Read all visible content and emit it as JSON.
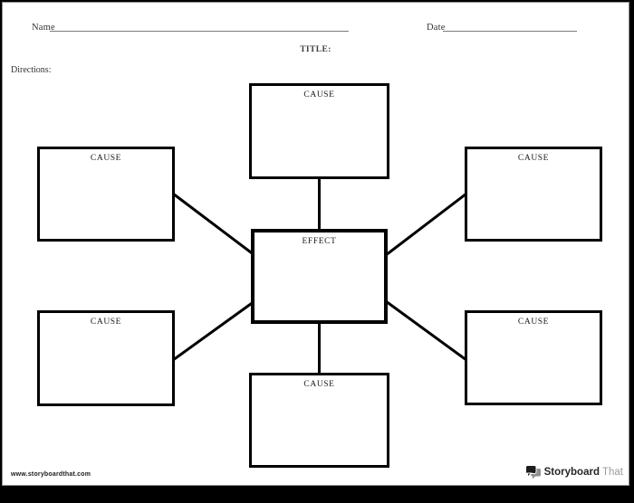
{
  "header": {
    "name_label": "Name",
    "date_label": "Date",
    "title_label": "TITLE:",
    "directions_label": "Directions:"
  },
  "diagram": {
    "type": "cause-and-effect-graphic-organizer",
    "effect": {
      "label": "EFFECT"
    },
    "causes": [
      {
        "id": "cause-top-center",
        "label": "CAUSE"
      },
      {
        "id": "cause-top-left",
        "label": "CAUSE"
      },
      {
        "id": "cause-top-right",
        "label": "CAUSE"
      },
      {
        "id": "cause-bottom-left",
        "label": "CAUSE"
      },
      {
        "id": "cause-bottom-right",
        "label": "CAUSE"
      },
      {
        "id": "cause-bottom-center",
        "label": "CAUSE"
      }
    ]
  },
  "footer": {
    "website_url": "www.storyboardthat.com",
    "logo": {
      "primary": "Storyboard",
      "secondary": "That"
    }
  },
  "colors": {
    "frame": "#000000",
    "page_background": "#ffffff",
    "box_border": "#000000",
    "connector_line": "#000000",
    "field_line": "#7a7a7a",
    "logo_primary": "#262626",
    "logo_secondary": "#9b9b9b"
  }
}
